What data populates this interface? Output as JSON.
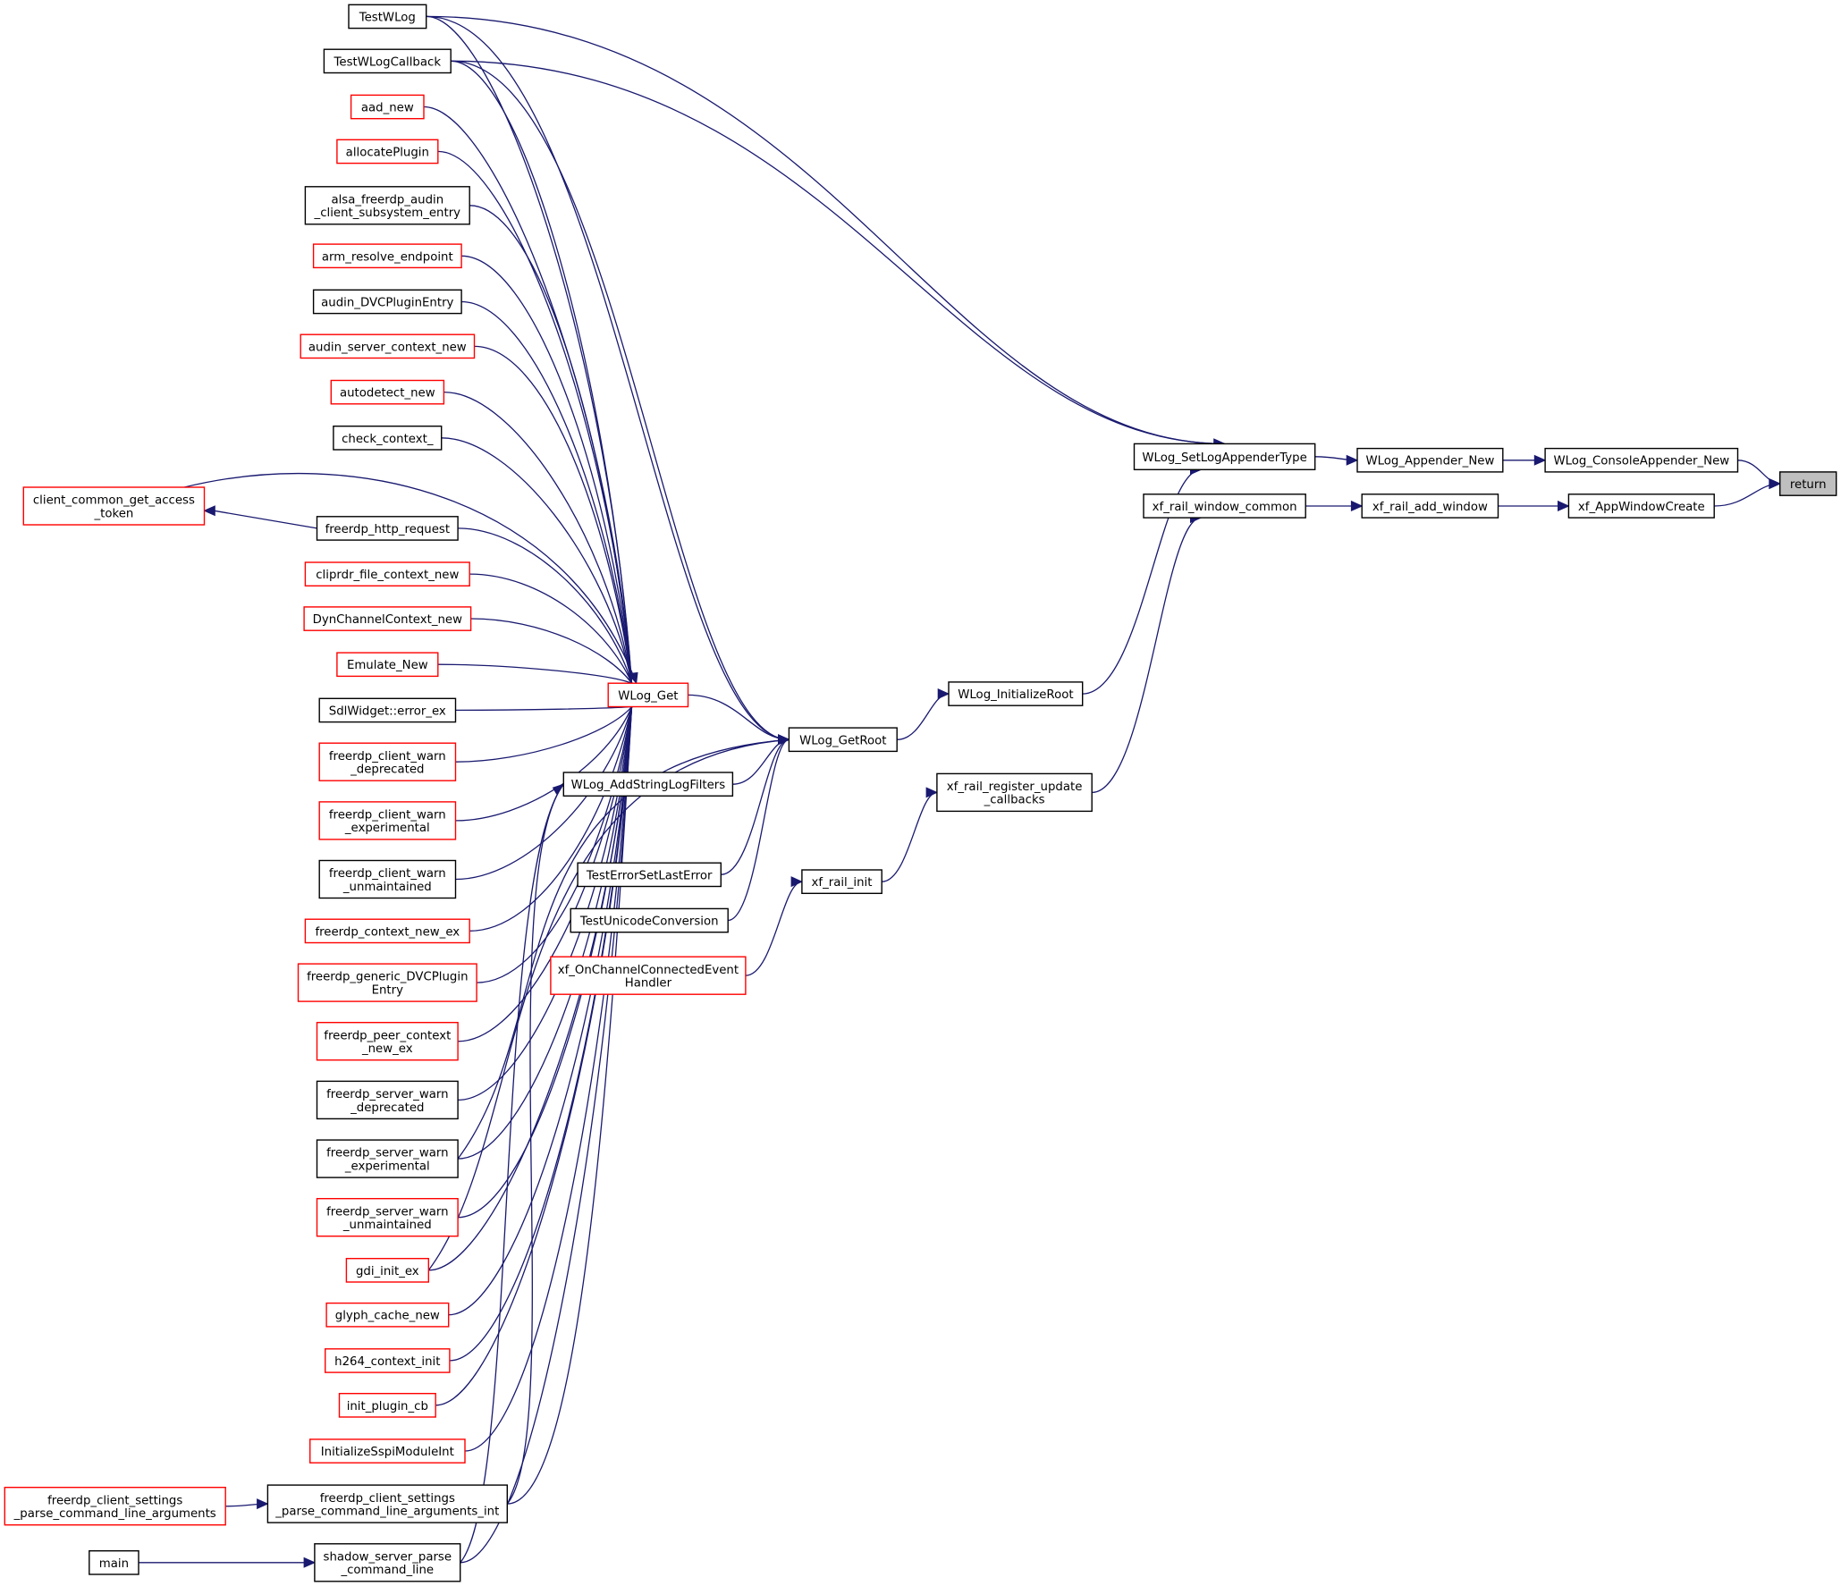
{
  "graph": {
    "title": "",
    "node_style": {
      "edge_color": "#191970",
      "documented_border": "#000000",
      "truncated_border": "#ff0000",
      "highlight_fill": "#bfbfbf"
    },
    "nodes": [
      {
        "id": "return",
        "lines": [
          "return"
        ],
        "kind": "highlight"
      },
      {
        "id": "consoleappender_new",
        "lines": [
          "WLog_ConsoleAppender_New"
        ],
        "kind": "black"
      },
      {
        "id": "appwindowcreate",
        "lines": [
          "xf_AppWindowCreate"
        ],
        "kind": "black"
      },
      {
        "id": "appender_new",
        "lines": [
          "WLog_Appender_New"
        ],
        "kind": "black"
      },
      {
        "id": "rail_add_window",
        "lines": [
          "xf_rail_add_window"
        ],
        "kind": "black"
      },
      {
        "id": "setlogappendertype",
        "lines": [
          "WLog_SetLogAppenderType"
        ],
        "kind": "black"
      },
      {
        "id": "rail_window_common",
        "lines": [
          "xf_rail_window_common"
        ],
        "kind": "black"
      },
      {
        "id": "initializeroot",
        "lines": [
          "WLog_InitializeRoot"
        ],
        "kind": "black"
      },
      {
        "id": "rail_register_update",
        "lines": [
          "xf_rail_register_update",
          "_callbacks"
        ],
        "kind": "black"
      },
      {
        "id": "getroot",
        "lines": [
          "WLog_GetRoot"
        ],
        "kind": "black"
      },
      {
        "id": "rail_init",
        "lines": [
          "xf_rail_init"
        ],
        "kind": "black"
      },
      {
        "id": "onchannelconnected",
        "lines": [
          "xf_OnChannelConnectedEvent",
          "Handler"
        ],
        "kind": "red"
      },
      {
        "id": "wlog_get",
        "lines": [
          "WLog_Get"
        ],
        "kind": "red"
      },
      {
        "id": "addstringlogfilters",
        "lines": [
          "WLog_AddStringLogFilters"
        ],
        "kind": "black"
      },
      {
        "id": "testerrorsetlasterror",
        "lines": [
          "TestErrorSetLastError"
        ],
        "kind": "black"
      },
      {
        "id": "testunicodeconversion",
        "lines": [
          "TestUnicodeConversion"
        ],
        "kind": "black"
      },
      {
        "id": "testwlog",
        "lines": [
          "TestWLog"
        ],
        "kind": "black"
      },
      {
        "id": "testwlogcallback",
        "lines": [
          "TestWLogCallback"
        ],
        "kind": "black"
      },
      {
        "id": "aad_new",
        "lines": [
          "aad_new"
        ],
        "kind": "red"
      },
      {
        "id": "allocateplugin",
        "lines": [
          "allocatePlugin"
        ],
        "kind": "red"
      },
      {
        "id": "alsa_entry",
        "lines": [
          "alsa_freerdp_audin",
          "_client_subsystem_entry"
        ],
        "kind": "black"
      },
      {
        "id": "arm_resolve",
        "lines": [
          "arm_resolve_endpoint"
        ],
        "kind": "red"
      },
      {
        "id": "audin_dvc",
        "lines": [
          "audin_DVCPluginEntry"
        ],
        "kind": "black"
      },
      {
        "id": "audin_server",
        "lines": [
          "audin_server_context_new"
        ],
        "kind": "red"
      },
      {
        "id": "autodetect_new",
        "lines": [
          "autodetect_new"
        ],
        "kind": "red"
      },
      {
        "id": "check_context",
        "lines": [
          "check_context_"
        ],
        "kind": "black"
      },
      {
        "id": "http_request",
        "lines": [
          "freerdp_http_request"
        ],
        "kind": "black"
      },
      {
        "id": "client_common_token",
        "lines": [
          "client_common_get_access",
          "_token"
        ],
        "kind": "red"
      },
      {
        "id": "cliprdr_file",
        "lines": [
          "cliprdr_file_context_new"
        ],
        "kind": "red"
      },
      {
        "id": "dynchannel",
        "lines": [
          "DynChannelContext_new"
        ],
        "kind": "red"
      },
      {
        "id": "emulate_new",
        "lines": [
          "Emulate_New"
        ],
        "kind": "red"
      },
      {
        "id": "sdlwidget",
        "lines": [
          "SdlWidget::error_ex"
        ],
        "kind": "black"
      },
      {
        "id": "client_warn_dep",
        "lines": [
          "freerdp_client_warn",
          "_deprecated"
        ],
        "kind": "red"
      },
      {
        "id": "client_warn_exp",
        "lines": [
          "freerdp_client_warn",
          "_experimental"
        ],
        "kind": "red"
      },
      {
        "id": "client_warn_unm",
        "lines": [
          "freerdp_client_warn",
          "_unmaintained"
        ],
        "kind": "black"
      },
      {
        "id": "context_new_ex",
        "lines": [
          "freerdp_context_new_ex"
        ],
        "kind": "red"
      },
      {
        "id": "generic_dvc",
        "lines": [
          "freerdp_generic_DVCPlugin",
          "Entry"
        ],
        "kind": "red"
      },
      {
        "id": "peer_context",
        "lines": [
          "freerdp_peer_context",
          "_new_ex"
        ],
        "kind": "red"
      },
      {
        "id": "server_warn_dep",
        "lines": [
          "freerdp_server_warn",
          "_deprecated"
        ],
        "kind": "black"
      },
      {
        "id": "server_warn_exp",
        "lines": [
          "freerdp_server_warn",
          "_experimental"
        ],
        "kind": "black"
      },
      {
        "id": "server_warn_unm",
        "lines": [
          "freerdp_server_warn",
          "_unmaintained"
        ],
        "kind": "red"
      },
      {
        "id": "gdi_init_ex",
        "lines": [
          "gdi_init_ex"
        ],
        "kind": "red"
      },
      {
        "id": "glyph_cache",
        "lines": [
          "glyph_cache_new"
        ],
        "kind": "red"
      },
      {
        "id": "h264_init",
        "lines": [
          "h264_context_init"
        ],
        "kind": "red"
      },
      {
        "id": "init_plugin_cb",
        "lines": [
          "init_plugin_cb"
        ],
        "kind": "red"
      },
      {
        "id": "sspi_init",
        "lines": [
          "InitializeSspiModuleInt"
        ],
        "kind": "red"
      },
      {
        "id": "settings_parse_int",
        "lines": [
          "freerdp_client_settings",
          "_parse_command_line_arguments_int"
        ],
        "kind": "black"
      },
      {
        "id": "settings_parse",
        "lines": [
          "freerdp_client_settings",
          "_parse_command_line_arguments"
        ],
        "kind": "red"
      },
      {
        "id": "shadow_parse",
        "lines": [
          "shadow_server_parse",
          "_command_line"
        ],
        "kind": "black"
      },
      {
        "id": "main",
        "lines": [
          "main"
        ],
        "kind": "black"
      }
    ]
  }
}
